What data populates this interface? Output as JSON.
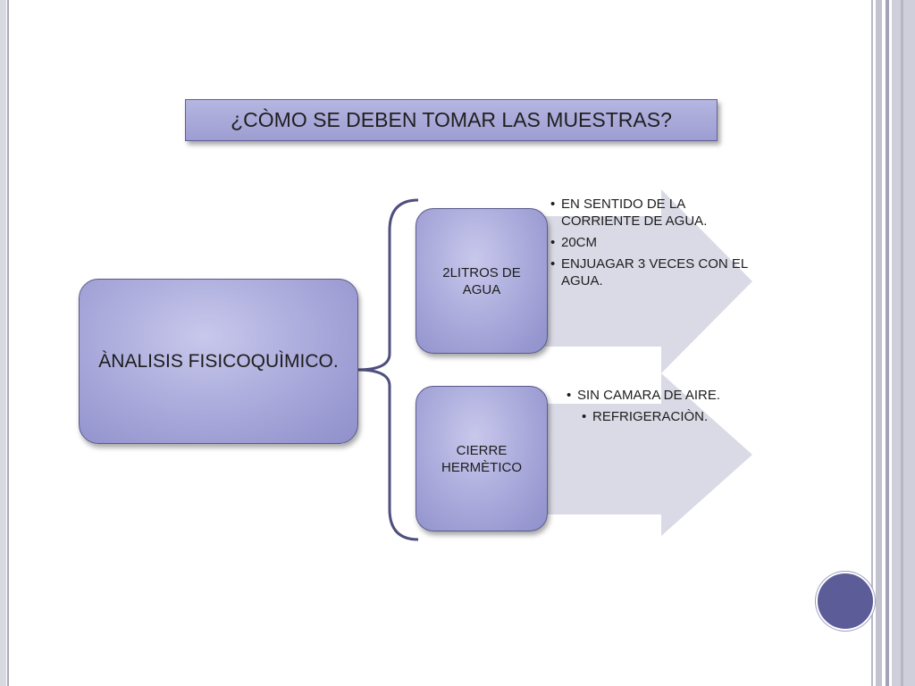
{
  "title": "¿CÒMO SE DEBEN TOMAR LAS MUESTRAS?",
  "main_node": {
    "label": "ÀNALISIS FISICOQUÌMICO."
  },
  "branches": [
    {
      "label": "2LITROS DE AGUA",
      "bullets": [
        "EN SENTIDO DE LA CORRIENTE DE AGUA.",
        "20CM",
        "ENJUAGAR 3 VECES CON EL AGUA."
      ]
    },
    {
      "label": "CIERRE HERMÈTICO",
      "bullets": [
        "SIN CAMARA DE AIRE.",
        "REFRIGERACIÒN."
      ]
    }
  ],
  "colors": {
    "accent": "#5c5c98",
    "node_fill": "#a7a7da",
    "arrow_fill": "#dadae6",
    "bracket": "#4f4f7e"
  }
}
